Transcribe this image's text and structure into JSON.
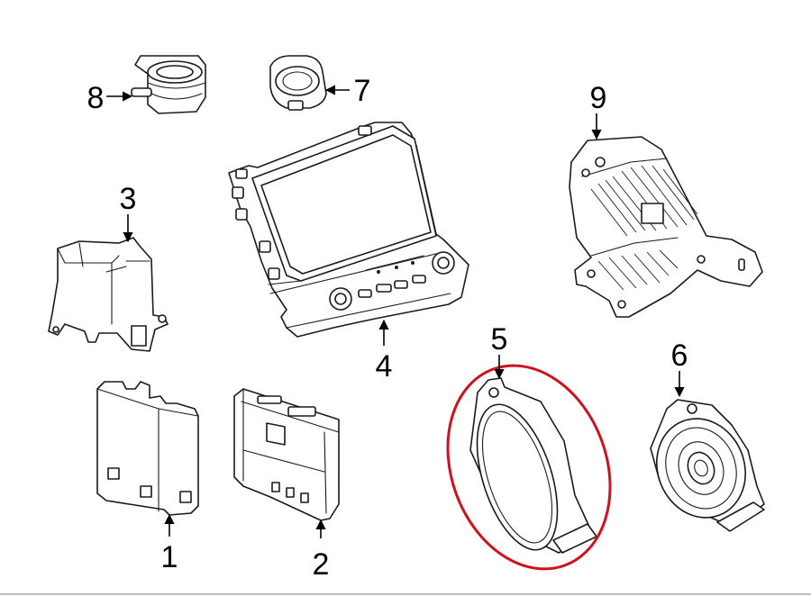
{
  "callouts": [
    {
      "id": "1",
      "label": "1"
    },
    {
      "id": "2",
      "label": "2"
    },
    {
      "id": "3",
      "label": "3"
    },
    {
      "id": "4",
      "label": "4"
    },
    {
      "id": "5",
      "label": "5"
    },
    {
      "id": "6",
      "label": "6"
    },
    {
      "id": "7",
      "label": "7"
    },
    {
      "id": "8",
      "label": "8"
    },
    {
      "id": "9",
      "label": "9"
    }
  ],
  "highlight": {
    "part": "5",
    "color": "#d0111b"
  },
  "colors": {
    "line": "#1a1a1a",
    "background": "#ffffff"
  }
}
